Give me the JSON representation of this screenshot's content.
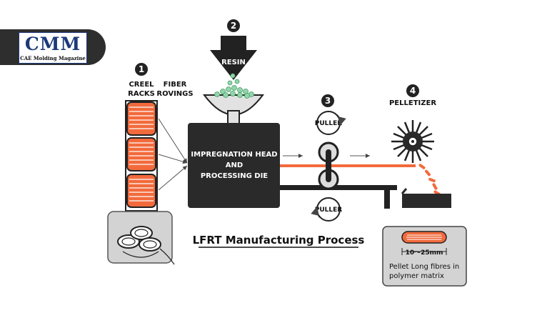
{
  "brand": {
    "name": "CMM",
    "tagline": "CAE Molding Magazine",
    "color": "#1c3a7a"
  },
  "diagram": {
    "title": "LFRT Manufacturing Process",
    "steps": [
      {
        "number": "1",
        "labels": [
          "CREEL",
          "RACKS"
        ]
      },
      {
        "number": "2",
        "labels": [
          "RESIN"
        ]
      },
      {
        "number": "3",
        "labels": [
          "PULLER"
        ]
      },
      {
        "number": "4",
        "labels": [
          "PELLETIZER"
        ]
      }
    ],
    "fiber_label": [
      "FIBER",
      "ROVINGS"
    ],
    "head_label": [
      "IMPREGNATION HEAD",
      "AND",
      "PROCESSING DIE"
    ],
    "puller_lower_label": "PULLER",
    "pellet_size": "10～25mm",
    "pellet_note": [
      "Pellet Long fibres in",
      "polymer matrix"
    ]
  },
  "colors": {
    "strand": "#f26a3c",
    "dark": "#222222",
    "resin_green": "#8fd6a8"
  }
}
